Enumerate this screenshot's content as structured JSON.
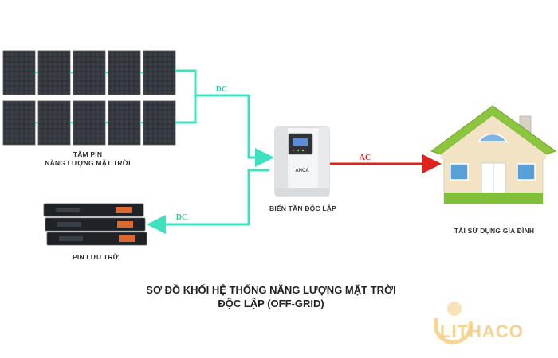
{
  "labels": {
    "solar_panels_line1": "TẤM PIN",
    "solar_panels_line2": "NĂNG LƯỢNG MẶT TRỜI",
    "storage_battery": "PIN LƯU TRỮ",
    "inverter": "BIẾN TẦN ĐỘC LẬP",
    "household_load": "TẢI SỬ DỤNG GIA ĐÌNH",
    "inverter_brand": "ANCA"
  },
  "flows": {
    "panels_to_inverter": "DC",
    "inverter_to_battery": "DC",
    "inverter_to_house": "AC"
  },
  "caption": {
    "line1": "SƠ ĐỒ KHỐI HỆ THỐNG NĂNG LƯỢNG MẶT TRỜI",
    "line2": "ĐỘC LẬP (OFF-GRID)"
  },
  "watermark": "LITHACO",
  "colors": {
    "dc_line": "#3ee0bf",
    "ac_line": "#e0221c",
    "house_roof": "#8cc63e",
    "house_wall": "#f1e3c4",
    "watermark": "#f5cb7e"
  }
}
